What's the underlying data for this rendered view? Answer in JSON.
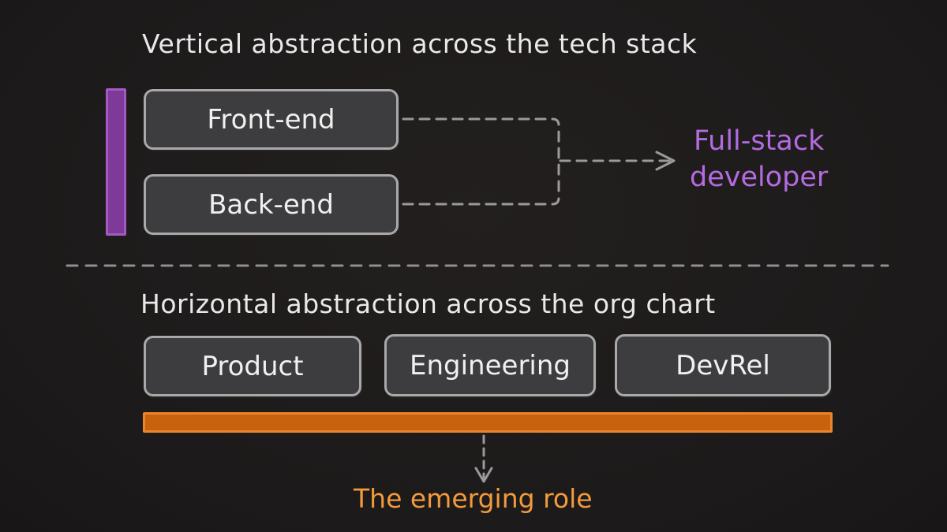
{
  "headings": {
    "top": "Vertical abstraction across the tech stack",
    "bottom": "Horizontal abstraction across the org chart"
  },
  "stack_boxes": {
    "frontend": "Front-end",
    "backend": "Back-end"
  },
  "org_boxes": {
    "product": "Product",
    "engineering": "Engineering",
    "devrel": "DevRel"
  },
  "outcomes": {
    "fullstack_line1": "Full-stack",
    "fullstack_line2": "developer",
    "emerging_role": "The emerging role"
  },
  "colors": {
    "background": "#1d1b1b",
    "box_fill": "#3d3d3f",
    "box_border": "#a9a9a9",
    "purple_accent": "#b46be0",
    "orange_accent": "#f39a3d",
    "connector": "#9a9a9a"
  }
}
